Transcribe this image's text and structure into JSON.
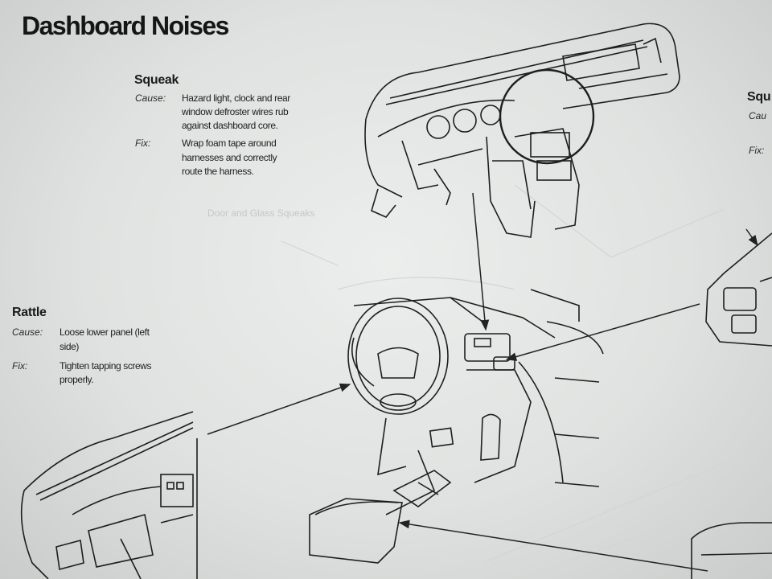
{
  "page": {
    "title": "Dashboard Noises"
  },
  "squeak": {
    "heading": "Squeak",
    "cause_label": "Cause:",
    "cause_lines": [
      "Hazard light, clock and rear",
      "window defroster wires rub",
      "against dashboard core."
    ],
    "fix_label": "Fix:",
    "fix_lines": [
      "Wrap foam tape around",
      "harnesses and correctly",
      "route the harness."
    ]
  },
  "rattle": {
    "heading": "Rattle",
    "cause_label": "Cause:",
    "cause_lines": [
      "Loose lower panel (left",
      "side)"
    ],
    "fix_label": "Fix:",
    "fix_lines": [
      "Tighten tapping screws",
      "properly."
    ]
  },
  "right_partial": {
    "heading": "Squ",
    "cause_label": "Cau",
    "fix_label": "Fix:"
  },
  "bleed_through": {
    "heading": "Door and Glass Squeaks"
  }
}
